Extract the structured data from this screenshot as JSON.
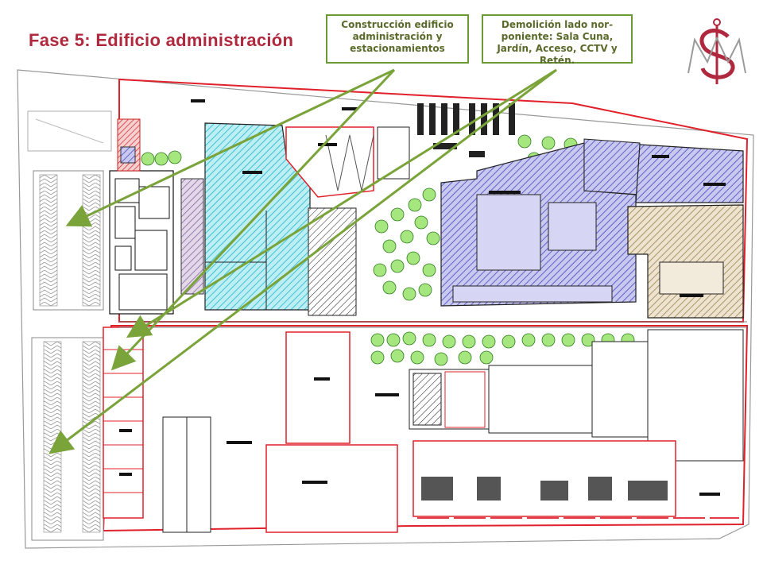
{
  "slide": {
    "title": "Fase 5: Edificio administración"
  },
  "callouts": [
    {
      "text": "Construcción edificio administración y estacionamientos"
    },
    {
      "text": "Demolición lado nor-poniente: Sala Cuna, Jardín, Acceso, CCTV y Retén."
    }
  ],
  "colors": {
    "title": "#b0283d",
    "arrow": "#7aa33a",
    "boundary": "#e0202a",
    "cyan_hatch": "#4fc9d8",
    "blue_hatch": "#5a5ad0",
    "tan_hatch": "#b49a6a",
    "purple_hatch": "#8c6aa0",
    "trees": "#9be07a"
  },
  "logo": {
    "icon": "monogram-logo-icon"
  }
}
